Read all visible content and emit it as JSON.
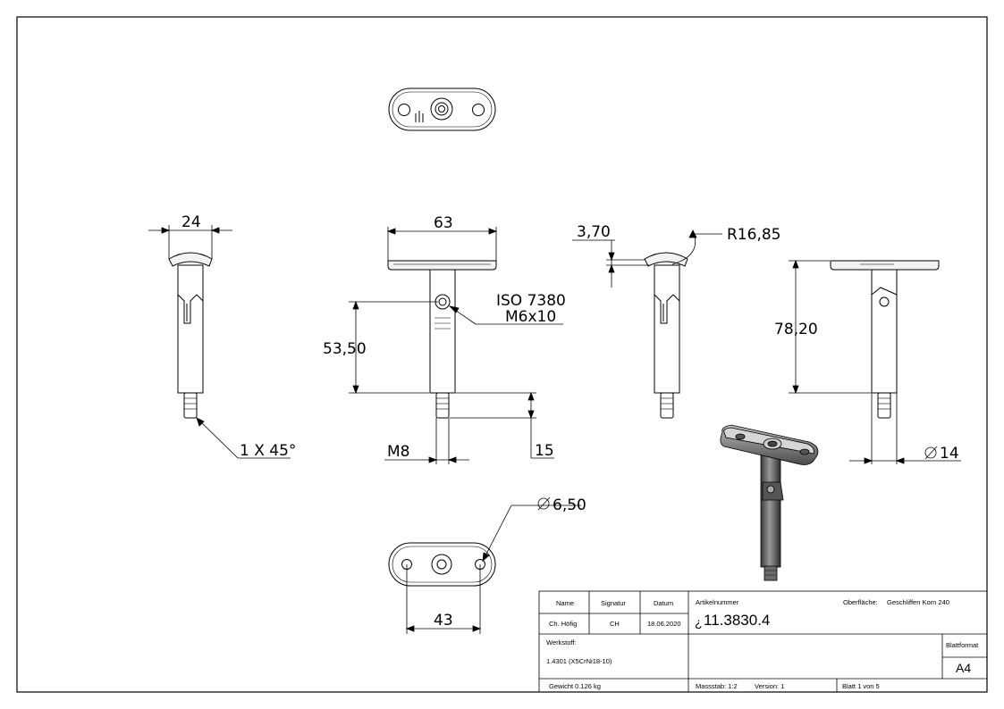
{
  "dimensions": {
    "width_24": "24",
    "width_63": "63",
    "depth_3_70": "3,70",
    "radius": "R16,85",
    "iso_1": "ISO 7380",
    "iso_2": "M6x10",
    "height_53_50": "53,50",
    "height_78_20": "78,20",
    "chamfer": "1 X 45°",
    "thread": "M8",
    "thread_len": "15",
    "dia_14": "14",
    "dia_6_50": "6,50",
    "hole_dist_43": "43"
  },
  "title_block": {
    "col_name": "Name",
    "col_signatur": "Signatur",
    "col_datum": "Datum",
    "name_value": "Ch. Höfig",
    "signatur_value": "CH",
    "datum_value": "18.06.2020",
    "artikel_label": "Artikelnummer",
    "oberflaeche_label": "Oberfläche:",
    "oberflaeche_value": "Geschliffen Korn 240",
    "artikel_prefix": "¿",
    "artikel_value": "11.3830.4",
    "werkstoff_label": "Werkstoff:",
    "werkstoff_value": "1.4301 (X5CrNi18-10)",
    "blattformat_label": "Blattformat",
    "blattformat_value": "A4",
    "gewicht": "Gewicht 0.126 kg",
    "massstab": "Massstab: 1:2",
    "version": "Version: 1",
    "blatt": "Blatt 1 von 5"
  }
}
